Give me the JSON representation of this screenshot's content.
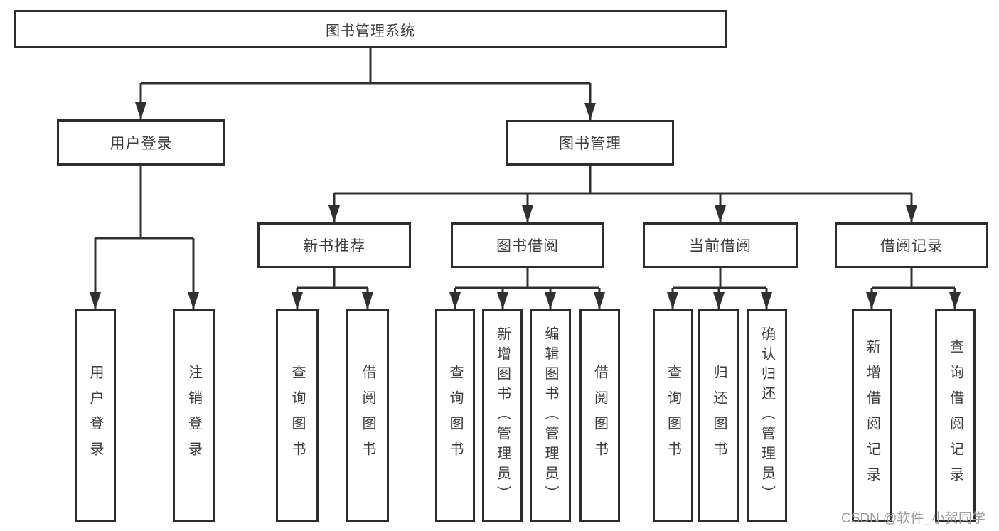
{
  "diagram": {
    "title": "图书管理系统",
    "line_color": "#303030",
    "box_border_color": "#2d2d2d",
    "text_color": "#3c3c3c",
    "labels": {
      "root": "图书管理系统",
      "user_login": "用户登录",
      "book_mgmt": "图书管理",
      "new_book_rec": "新书推荐",
      "book_borrow": "图书借阅",
      "current_borrow": "当前借阅",
      "borrow_records": "借阅记录",
      "ul_user_login": "用户登录",
      "ul_logout": "注销登录",
      "nb_query_book": "查询图书",
      "nb_borrow_book": "借阅图书",
      "bb_query_book": "查询图书",
      "bb_add_book": "新增图书（管理员）",
      "bb_edit_book": "编辑图书（管理员）",
      "bb_borrow_book": "借阅图书",
      "cb_query_book": "查询图书",
      "cb_return_book": "归还图书",
      "cb_confirm_return": "确认归还（管理员）",
      "br_add_record": "新增借阅记录",
      "br_query_record": "查询借阅记录"
    },
    "hierarchy": [
      {
        "parent": "图书管理系统",
        "children": [
          "用户登录",
          "图书管理"
        ]
      },
      {
        "parent": "用户登录",
        "children": [
          "用户登录",
          "注销登录"
        ]
      },
      {
        "parent": "图书管理",
        "children": [
          "新书推荐",
          "图书借阅",
          "当前借阅",
          "借阅记录"
        ]
      },
      {
        "parent": "新书推荐",
        "children": [
          "查询图书",
          "借阅图书"
        ]
      },
      {
        "parent": "图书借阅",
        "children": [
          "查询图书",
          "新增图书（管理员）",
          "编辑图书（管理员）",
          "借阅图书"
        ]
      },
      {
        "parent": "当前借阅",
        "children": [
          "查询图书",
          "归还图书",
          "确认归还（管理员）"
        ]
      },
      {
        "parent": "借阅记录",
        "children": [
          "新增借阅记录",
          "查询借阅记录"
        ]
      }
    ]
  },
  "watermark": {
    "text": "CSDN @软件_小贺同学",
    "color": "#9c9c9c"
  }
}
